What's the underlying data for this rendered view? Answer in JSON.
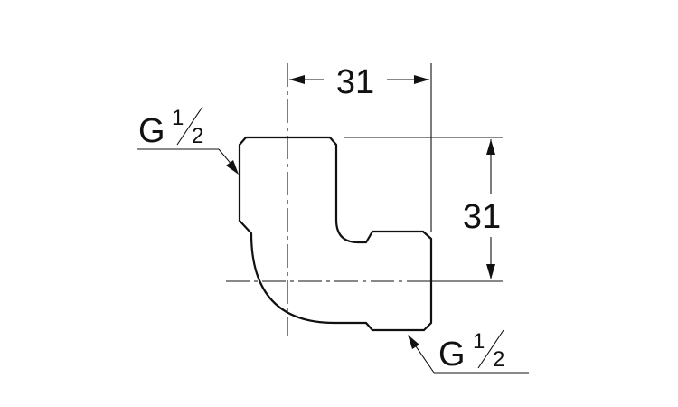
{
  "dimensions": {
    "horizontal": "31",
    "vertical": "31"
  },
  "thread_labels": {
    "top": {
      "letter": "G",
      "numerator": "1",
      "denominator": "2"
    },
    "bottom": {
      "letter": "G",
      "numerator": "1",
      "denominator": "2"
    }
  }
}
